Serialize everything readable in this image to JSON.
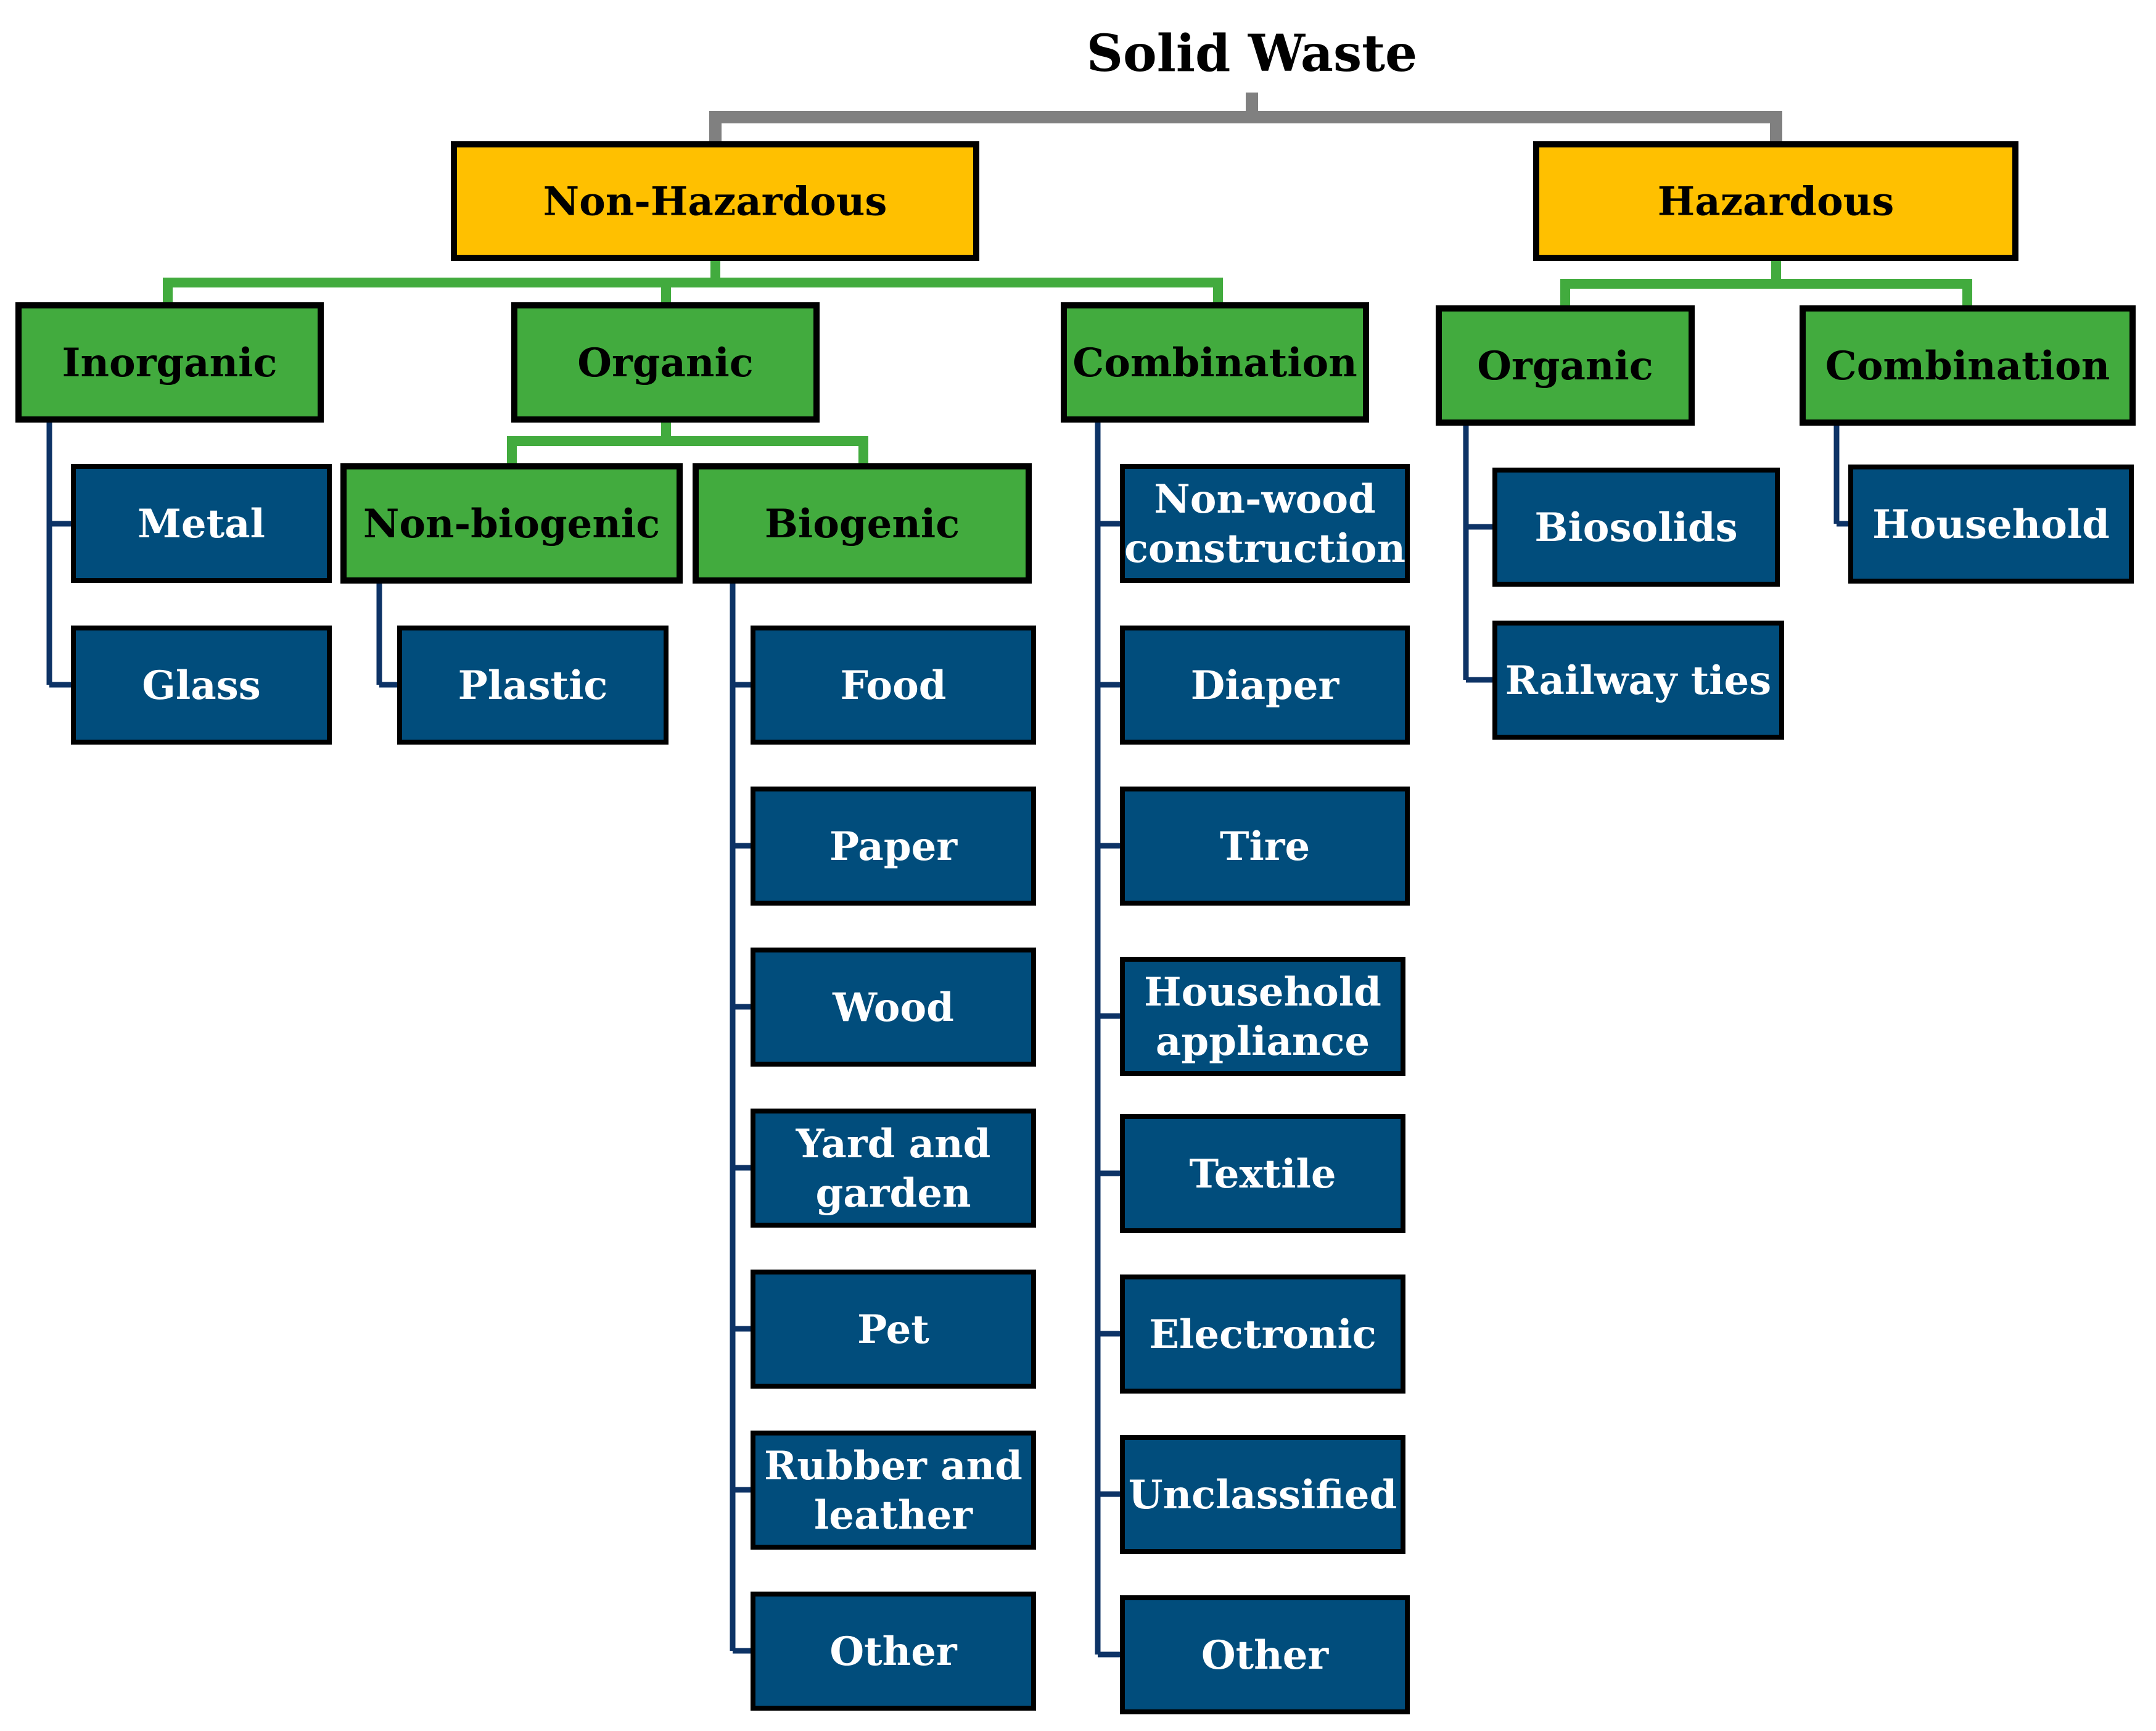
{
  "title": "Solid Waste",
  "colors": {
    "root_connector": "#808080",
    "category_fill": "#FFC000",
    "group_fill": "#42AB3E",
    "group_connector": "#42AB3E",
    "item_fill": "#014D7C",
    "item_connector": "#0D3366",
    "border": "#000000",
    "item_text": "#ffffff",
    "dark_text": "#000000"
  },
  "nodes": {
    "non_hazardous": {
      "label": "Non-Hazardous"
    },
    "hazardous": {
      "label": "Hazardous"
    },
    "nh_inorganic": {
      "label": "Inorganic"
    },
    "nh_organic": {
      "label": "Organic"
    },
    "nh_combination": {
      "label": "Combination"
    },
    "nh_non_biogenic": {
      "label": "Non-biogenic"
    },
    "nh_biogenic": {
      "label": "Biogenic"
    },
    "h_organic": {
      "label": "Organic"
    },
    "h_combination": {
      "label": "Combination"
    },
    "metal": {
      "label": "Metal"
    },
    "glass": {
      "label": "Glass"
    },
    "plastic": {
      "label": "Plastic"
    },
    "food": {
      "label": "Food"
    },
    "paper": {
      "label": "Paper"
    },
    "wood": {
      "label": "Wood"
    },
    "yard_garden": {
      "label": "Yard and\ngarden"
    },
    "pet": {
      "label": "Pet"
    },
    "rubber_leather": {
      "label": "Rubber and\nleather"
    },
    "bio_other": {
      "label": "Other"
    },
    "non_wood_construction": {
      "label": "Non-wood\nconstruction"
    },
    "diaper": {
      "label": "Diaper"
    },
    "tire": {
      "label": "Tire"
    },
    "household_appliance": {
      "label": "Household\nappliance"
    },
    "textile": {
      "label": "Textile"
    },
    "electronic": {
      "label": "Electronic"
    },
    "unclassified": {
      "label": "Unclassified"
    },
    "comb_other": {
      "label": "Other"
    },
    "biosolids": {
      "label": "Biosolids"
    },
    "railway_ties": {
      "label": "Railway ties"
    },
    "household": {
      "label": "Household"
    }
  }
}
